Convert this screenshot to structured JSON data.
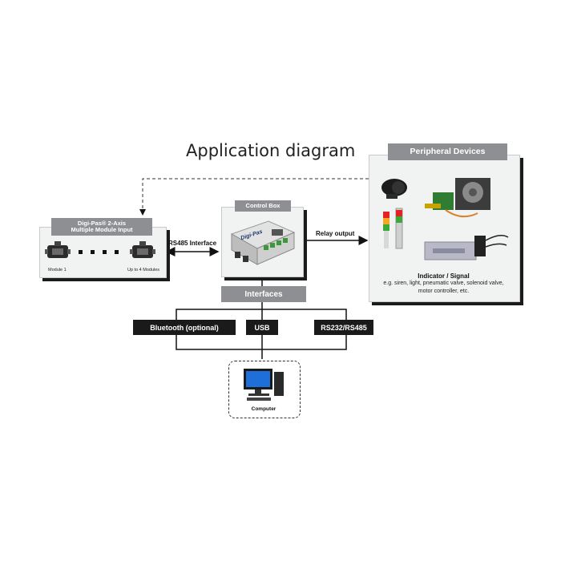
{
  "title": "Application diagram",
  "modules": {
    "title_line1": "Digi-Pas® 2-Axis",
    "title_line2": "Multiple Module Input",
    "module_1_label": "Module 1",
    "module_n_label": "Up to 4 Modules"
  },
  "control_box": {
    "title": "Control Box",
    "device_brand": "Digi-Pas"
  },
  "peripheral": {
    "title": "Peripheral Devices",
    "caption_title": "Indicator / Signal",
    "caption_line1": "e.g. siren, light, pneumatic valve, solenoid valve,",
    "caption_line2": "motor controller, etc."
  },
  "edges": {
    "rs485": "RS485 Interface",
    "relay": "Relay output"
  },
  "interfaces": {
    "title": "Interfaces",
    "options": [
      "Bluetooth (optional)",
      "USB",
      "RS232/RS485"
    ]
  },
  "computer": {
    "label": "Computer"
  }
}
